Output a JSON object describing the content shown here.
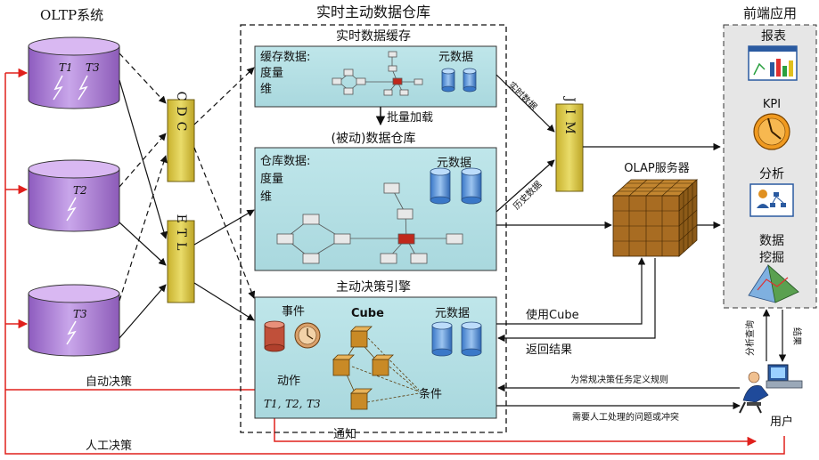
{
  "oltp": {
    "title": "OLTP系统",
    "db1_labels": [
      "T1",
      "T3"
    ],
    "db2_label": "T2",
    "db3_label": "T3"
  },
  "cdc": {
    "label": "CDC"
  },
  "etl": {
    "label": "ETL"
  },
  "jim": {
    "label": "JIM"
  },
  "warehouse": {
    "title": "实时主动数据仓库",
    "cache": {
      "title": "实时数据缓存",
      "data_label": "缓存数据:",
      "measure": "度量",
      "dim": "维",
      "meta": "元数据"
    },
    "batch_load": "批量加载",
    "passive": {
      "title": "(被动)数据仓库",
      "data_label": "仓库数据:",
      "measure": "度量",
      "dim": "维",
      "meta": "元数据"
    },
    "engine": {
      "title": "主动决策引擎",
      "event": "事件",
      "cube": "Cube",
      "meta": "元数据",
      "action": "动作",
      "t_labels": [
        "T1,",
        "T2,",
        "T3"
      ],
      "condition": "条件"
    }
  },
  "olap": {
    "title": "OLAP服务器"
  },
  "frontend": {
    "title": "前端应用",
    "report": "报表",
    "kpi": "KPI",
    "analysis": "分析",
    "mining": [
      "数据",
      "挖掘"
    ]
  },
  "arrows": {
    "realtime": "实时数据",
    "history": "历史数据",
    "use_cube": "使用Cube",
    "return_result": "返回结果",
    "rules": "为常规决策任务定义规则",
    "human_issue": "需要人工处理的问题或冲突",
    "query": "分析查询",
    "result": "结果",
    "notify": "通知",
    "auto_decision": "自动决策",
    "manual_decision": "人工决策"
  },
  "user": {
    "label": "用户"
  }
}
